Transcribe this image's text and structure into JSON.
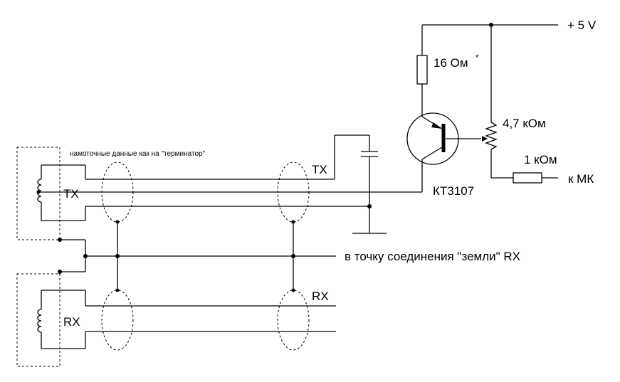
{
  "labels": {
    "supply": "+ 5 V",
    "r1_value": "16 Ом",
    "r1_mark": "*",
    "pot_value": "4,7 кОм",
    "r2_value": "1 кОм",
    "to_mk": "к МК",
    "transistor": "КТ3107",
    "tx_line": "TX",
    "rx_line": "RX",
    "tx_coil": "TX",
    "rx_coil": "RX",
    "ground_note": "в точку соединения \"земли\" RX",
    "winding_note": "намоточные данные как на \"терминатор\""
  }
}
